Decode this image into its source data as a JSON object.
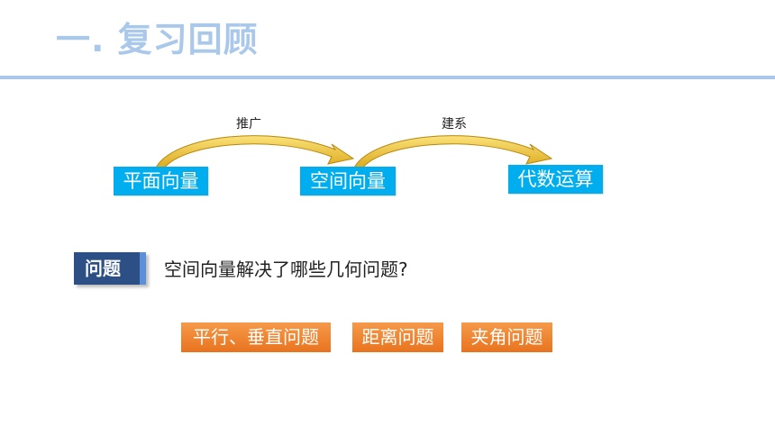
{
  "header": {
    "title": "一. 复习回顾"
  },
  "flow": {
    "nodes": [
      "平面向量",
      "空间向量",
      "代数运算"
    ],
    "arrows": [
      "推广",
      "建系"
    ]
  },
  "question": {
    "tag": "问题",
    "text": "空间向量解决了哪些几何问题?"
  },
  "answers": [
    "平行、垂直问题",
    "距离问题",
    "夹角问题"
  ],
  "colors": {
    "title": "#a9c8ea",
    "node_fill": "#00aeef",
    "arrow_fill": "#f2c230",
    "tag_fill": "#2c4f85",
    "answer_fill": "#ef8330"
  }
}
